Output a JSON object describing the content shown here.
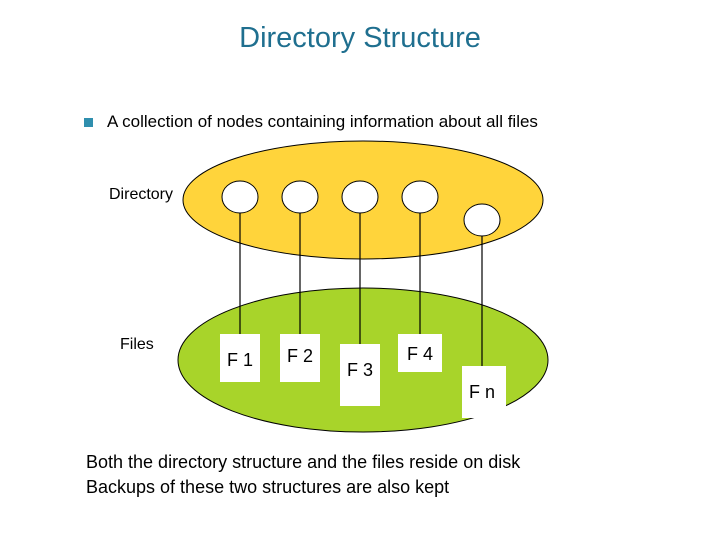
{
  "title": "Directory Structure",
  "bullet": "A collection of nodes containing information about all files",
  "labels": {
    "directory": "Directory",
    "files": "Files"
  },
  "file_nodes": [
    "F 1",
    "F 2",
    "F 3",
    "F 4",
    "F n"
  ],
  "footer": {
    "line1": "Both the directory structure and the files reside on disk",
    "line2": "Backups of these two structures are also kept"
  },
  "colors": {
    "title": "#1f6f8f",
    "bullet": "#2f8fae",
    "directory_fill": "#ffd43b",
    "files_fill": "#a8d42a"
  },
  "icons": {
    "bullet": "square-bullet-icon"
  }
}
